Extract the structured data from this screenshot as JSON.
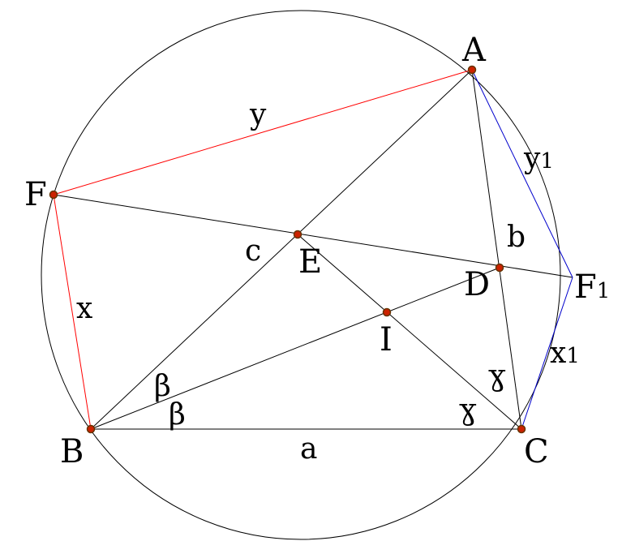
{
  "colors": {
    "stroke": "#000000",
    "red_segment": "#ff0000",
    "blue_segment": "#0000cc",
    "point_fill": "#cc2200",
    "point_outline": "#663300"
  },
  "points": {
    "A": "A",
    "B": "B",
    "C": "C",
    "D": "D",
    "E": "E",
    "F": "F",
    "F1": {
      "base": "F",
      "sub": "1"
    },
    "I": "I"
  },
  "segments": {
    "a": "a",
    "b": "b",
    "c": "c",
    "x": "x",
    "y": "y",
    "x1": {
      "base": "x",
      "sub": "1"
    },
    "y1": {
      "base": "y",
      "sub": "1"
    }
  },
  "angles": {
    "beta": "β",
    "gamma": "ɣ"
  }
}
